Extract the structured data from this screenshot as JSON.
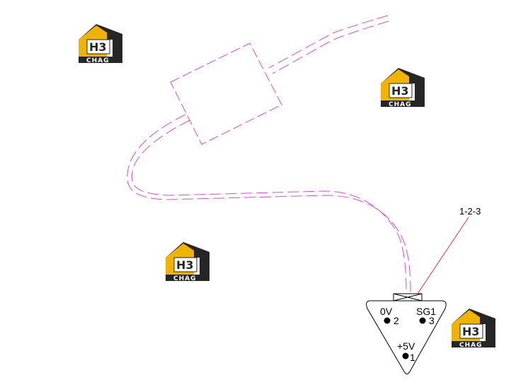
{
  "diagram": {
    "callout_label": "1-2-3",
    "pins": [
      {
        "signal": "0V",
        "number": "2"
      },
      {
        "signal": "SG1",
        "number": "3"
      },
      {
        "signal": "+5V",
        "number": "1"
      }
    ]
  },
  "watermarks": [
    {
      "logo": "H3",
      "caption": "CHAG"
    },
    {
      "logo": "H3",
      "caption": "CHAG"
    },
    {
      "logo": "H3",
      "caption": "CHAG"
    },
    {
      "logo": "H3",
      "caption": "CHAG"
    }
  ],
  "colors": {
    "wire": "#d050d0",
    "callout_line": "#e03030",
    "logo_gold": "#f0b400",
    "logo_dark": "#262626",
    "outline": "#000000"
  }
}
